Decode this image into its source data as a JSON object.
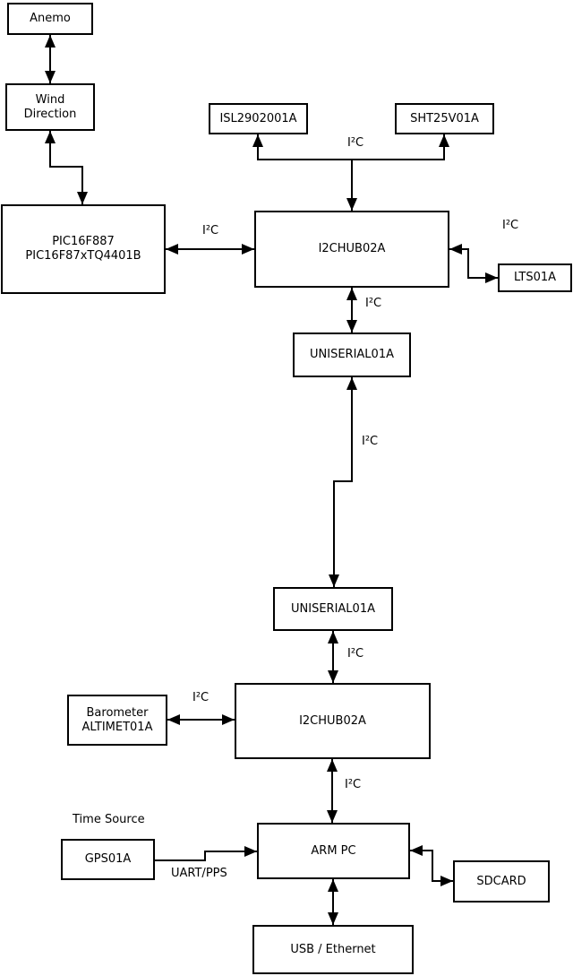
{
  "diagram": {
    "nodes": {
      "anemo": {
        "label": "Anemo"
      },
      "wind_direction": {
        "line1": "Wind",
        "line2": "Direction"
      },
      "pic": {
        "line1": "PIC16F887",
        "line2": "PIC16F87xTQ4401B"
      },
      "isl": {
        "label": "ISL2902001A"
      },
      "sht": {
        "label": "SHT25V01A"
      },
      "i2c_hub_top": {
        "label": "I2CHUB02A"
      },
      "lts": {
        "label": "LTS01A"
      },
      "uniserial_top": {
        "label": "UNISERIAL01A"
      },
      "uniserial_bottom": {
        "label": "UNISERIAL01A"
      },
      "i2c_hub_bottom": {
        "label": "I2CHUB02A"
      },
      "barometer": {
        "line1": "Barometer",
        "line2": "ALTIMET01A"
      },
      "gps": {
        "label": "GPS01A"
      },
      "arm_pc": {
        "label": "ARM PC"
      },
      "sdcard": {
        "label": "SDCARD"
      },
      "usb_ethernet": {
        "label": "USB / Ethernet"
      }
    },
    "edge_labels": {
      "i2c_sensors": "I²C",
      "i2c_pic_hub": "I²C",
      "i2c_hub_lts": "I²C",
      "i2c_hub_uniserial": "I²C",
      "i2c_uniserial_link": "I²C",
      "i2c_uniserial_hub2": "I²C",
      "i2c_barometer_hub2": "I²C",
      "i2c_hub2_armpc": "I²C",
      "uart_pps": "UART/PPS"
    },
    "annotations": {
      "time_source": "Time Source"
    },
    "colors": {
      "line": "#000000",
      "box_fill": "#ffffff",
      "background": "#ffffff"
    }
  }
}
